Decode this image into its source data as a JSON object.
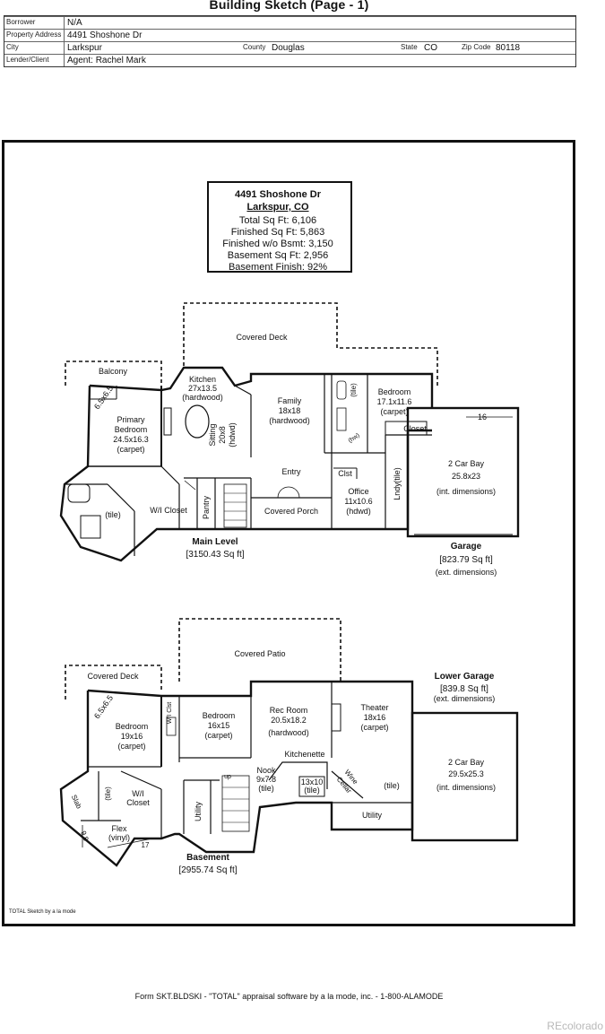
{
  "header": {
    "title": "Building Sketch (Page - 1)",
    "borrower_label": "Borrower",
    "borrower": "N/A",
    "address_label": "Property Address",
    "address": "4491 Shoshone Dr",
    "city_label": "City",
    "city": "Larkspur",
    "county_label": "County",
    "county": "Douglas",
    "state_label": "State",
    "state": "CO",
    "zip_label": "Zip Code",
    "zip": "80118",
    "lender_label": "Lender/Client",
    "lender": "Agent: Rachel Mark"
  },
  "summary": {
    "line1": "4491 Shoshone Dr",
    "line2": "Larkspur, CO",
    "total": "Total Sq Ft: 6,106",
    "finished": "Finished Sq Ft: 5,863",
    "finished_wo": "Finished w/o Bsmt: 3,150",
    "basement": "Basement Sq Ft: 2,956",
    "basement_finish": "Basement Finish: 92%"
  },
  "main_level": {
    "label": "Main Level",
    "area": "[3150.43 Sq ft]",
    "covered_deck": "Covered Deck",
    "balcony": "Balcony",
    "kitchen": [
      "Kitchen",
      "27x13.5",
      "(hardwood)"
    ],
    "family": [
      "Family",
      "18x18",
      "(hardwood)"
    ],
    "bedroom": [
      "Bedroom",
      "17.1x11.6",
      "(carpet)"
    ],
    "primary": [
      "Primary",
      "Bedroom",
      "24.5x16.3",
      "(carpet)"
    ],
    "sitting": [
      "Sitting",
      "20x8",
      "(hdwd)"
    ],
    "tile1": "(tile)",
    "tile2": "(tile)",
    "tile3": "(tile)",
    "hw": "(hw)",
    "closet": "Closet",
    "clst": "Clst",
    "entry": "Entry",
    "wi_closet": "W/I Closet",
    "pantry": "Pantry",
    "covered_porch": "Covered Porch",
    "office": [
      "Office",
      "11x10.6",
      "(hdwd)"
    ],
    "lndy": "Lndy",
    "dim_6565": "6.5x6.5"
  },
  "garage": {
    "bay_label": "2 Car Bay",
    "bay_dims": "25.8x23",
    "bay_note": "(int. dimensions)",
    "width": "16",
    "label": "Garage",
    "area": "[823.79 Sq ft]",
    "note": "(ext. dimensions)"
  },
  "basement": {
    "label": "Basement",
    "area": "[2955.74 Sq ft]",
    "covered_patio": "Covered Patio",
    "covered_deck": "Covered Deck",
    "bedroom1": [
      "Bedroom",
      "19x16",
      "(carpet)"
    ],
    "bedroom2": [
      "Bedroom",
      "16x15",
      "(carpet)"
    ],
    "rec": [
      "Rec Room",
      "20.5x18.2",
      "(hardwood)"
    ],
    "theater": [
      "Theater",
      "18x16",
      "(carpet)"
    ],
    "kitchenette": "Kitchenette",
    "nook": [
      "Nook",
      "9x7.8",
      "(tile)"
    ],
    "tile13": [
      "13x10",
      "(tile)"
    ],
    "wine": [
      "Wine",
      "Cellar"
    ],
    "tile_a": "(tile)",
    "tile_b": "(tile)",
    "utility1": "Utility",
    "utility2": "Utility",
    "wi_closet": [
      "W/I",
      "Closet"
    ],
    "flex": [
      "Flex",
      "(vinyl)"
    ],
    "slab": "Slab",
    "wic": "W/I Clst",
    "up": "up",
    "dim_6565": "6.5x6.5",
    "dim_98": "9.8",
    "dim_17": "17"
  },
  "lower_garage": {
    "label": "Lower Garage",
    "area": "[839.8 Sq ft]",
    "note": "(ext. dimensions)",
    "bay_label": "2 Car Bay",
    "bay_dims": "29.5x25.3",
    "bay_note": "(int. dimensions)"
  },
  "credit": "TOTAL Sketch by a la mode",
  "footer": "Form SKT.BLDSKI - \"TOTAL\" appraisal software by a la mode, inc. - 1-800-ALAMODE",
  "brand": "REcolorado"
}
